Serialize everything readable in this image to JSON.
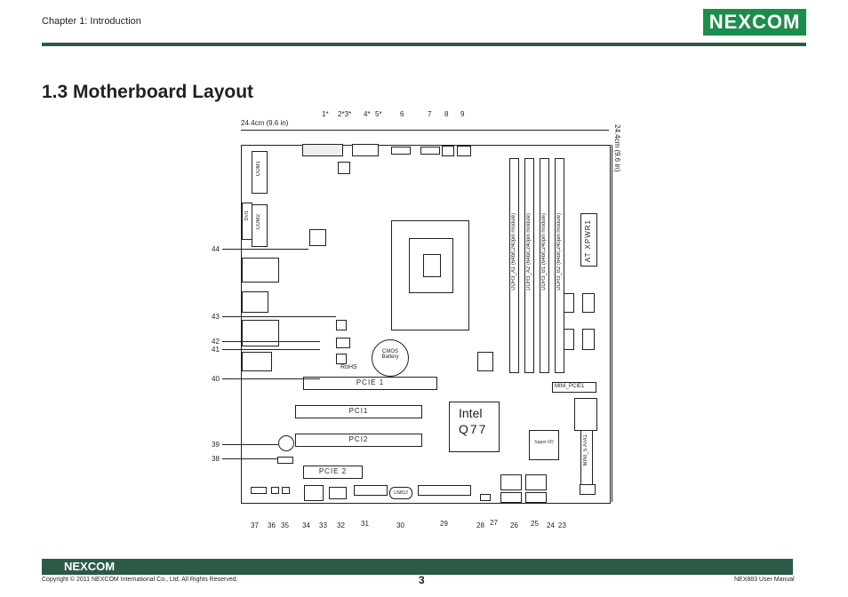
{
  "header": {
    "chapter": "Chapter 1: Introduction",
    "logo": "NEXCOM"
  },
  "title": "1.3 Motherboard Layout",
  "board": {
    "width_label": "24.4cm (9.6 in)",
    "height_label": "24.4cm (9.6 in)",
    "chipset_line1": "Intel",
    "chipset_line2": "Q77",
    "cmos_line1": "CMOS",
    "cmos_line2": "Battery",
    "rohs": "RoHS",
    "pcie1": "PCIE  1",
    "pci1": "PCI1",
    "pci2": "PCI2",
    "pcie2": "PCIE  2",
    "mini_pcie": "MINI_PCIE1",
    "mini_sata": "MINI_S ATA1",
    "atx": "AT XPWR1",
    "super_io": "Super I/O",
    "usb12": "USB12",
    "com1": "COM1",
    "com2": "COM2",
    "dvi": "DVI1",
    "dimms": [
      "DDR3_A1 (64bit,240pin module)",
      "DDR3_A2 (64bit,240pin module)",
      "DDR3_B1 (64bit,240pin module)",
      "DDR3_B2 (64bit,240pin module)"
    ]
  },
  "callouts_top": [
    "1*",
    "2*3*",
    "4*",
    "5*",
    "6",
    "7",
    "8",
    "9"
  ],
  "callouts_left": [
    "44",
    "43",
    "42",
    "41",
    "40",
    "39",
    "38"
  ],
  "callouts_bottom": [
    "37",
    "36",
    "35",
    "34",
    "33",
    "32",
    "31",
    "30",
    "29",
    "28",
    "27",
    "26",
    "25",
    "24",
    "23"
  ],
  "footer": {
    "logo": "NEXCOM",
    "copyright": "Copyright © 2011 NEXCOM International Co., Ltd. All Rights Reserved.",
    "page": "3",
    "manual": "NEX883 User Manual"
  }
}
